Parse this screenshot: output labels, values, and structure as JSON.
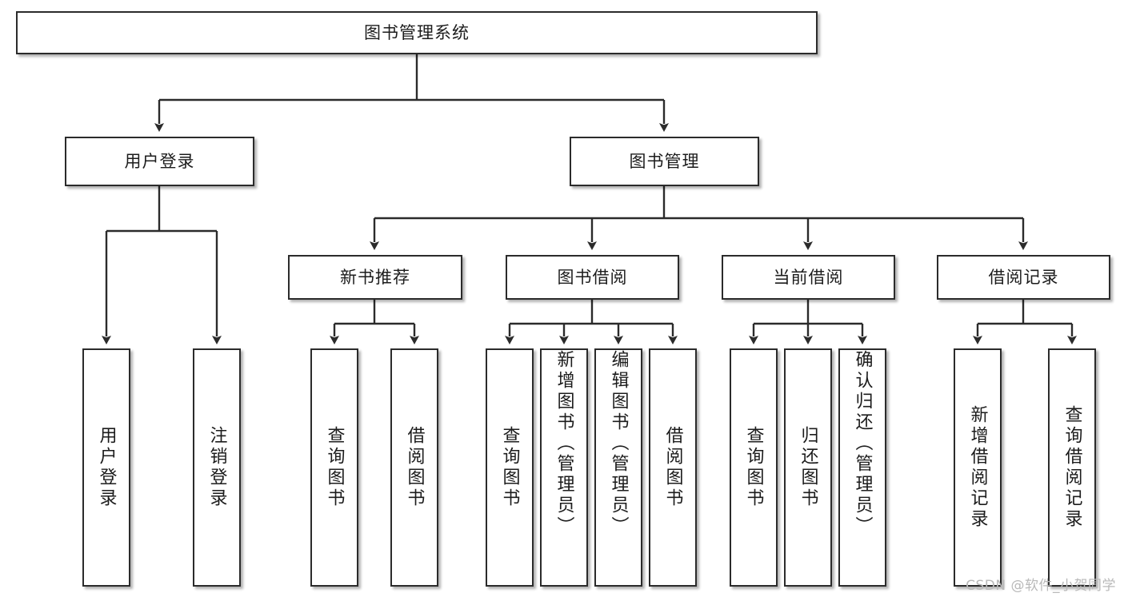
{
  "diagram": {
    "type": "tree",
    "title": "图书管理系统",
    "root": {
      "label": "图书管理系统"
    },
    "level2": [
      {
        "label": "用户登录"
      },
      {
        "label": "图书管理"
      }
    ],
    "level3": [
      {
        "label": "新书推荐"
      },
      {
        "label": "图书借阅"
      },
      {
        "label": "当前借阅"
      },
      {
        "label": "借阅记录"
      }
    ],
    "leaves": {
      "user_login": [
        {
          "label": "用户登录"
        },
        {
          "label": "注销登录"
        }
      ],
      "new_book_recommend": [
        {
          "label": "查询图书"
        },
        {
          "label": "借阅图书"
        }
      ],
      "book_borrow": [
        {
          "label": "查询图书"
        },
        {
          "label": "新增图书（管理员）"
        },
        {
          "label": "编辑图书（管理员）"
        },
        {
          "label": "借阅图书"
        }
      ],
      "current_borrow": [
        {
          "label": "查询图书"
        },
        {
          "label": "归还图书"
        },
        {
          "label": "确认归还（管理员）"
        }
      ],
      "borrow_record": [
        {
          "label": "新增借阅记录"
        },
        {
          "label": "查询借阅记录"
        }
      ]
    },
    "colors": {
      "node_border": "#2b2b2b",
      "node_fill": "#ffffff",
      "edge": "#2b2b2b",
      "text": "#1c1c1c",
      "watermark": "#b9b9b9"
    }
  },
  "watermark": {
    "text": "CSDN @软件_小贺同学"
  }
}
